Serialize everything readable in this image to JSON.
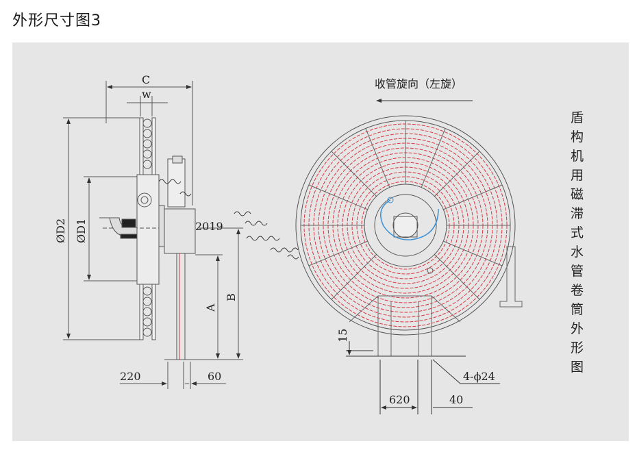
{
  "title": "外形尺寸图3",
  "direction_label": "收管旋向（左旋）",
  "side_caption_chars": [
    "盾",
    "构",
    "机",
    "用",
    "磁",
    "滞",
    "式",
    "水",
    "管",
    "卷",
    "筒",
    "外",
    "形",
    "图"
  ],
  "dimensions": {
    "C": "C",
    "w": "w",
    "OD2": "ØD2",
    "OD1": "ØD1",
    "model": "2019",
    "A": "A",
    "B": "B",
    "d220": "220",
    "d60": "60",
    "d15": "15",
    "holes": "4-ϕ24",
    "d620": "620",
    "d40": "40"
  },
  "colors": {
    "panel": "#e6e6e6",
    "line": "#555555",
    "hose": "#d9363e",
    "water": "#3a8fd6"
  }
}
